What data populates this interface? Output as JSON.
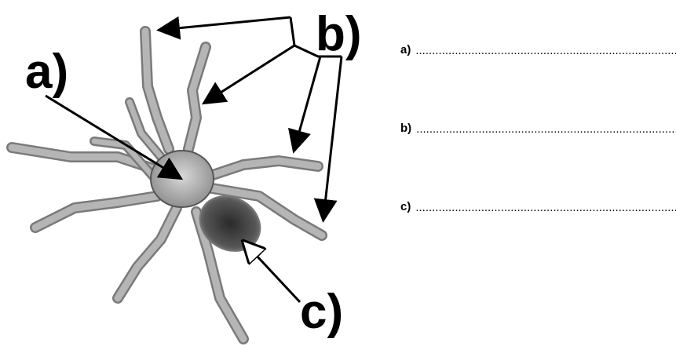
{
  "diagram": {
    "labels": {
      "a": "a)",
      "b": "b)",
      "c": "c)"
    }
  },
  "worksheet": {
    "answers": [
      {
        "letter": "a)",
        "blank": "..........................................................................................."
      },
      {
        "letter": "b)",
        "blank": "..........................................................................................."
      },
      {
        "letter": "c)",
        "blank": "..........................................................................................."
      }
    ]
  },
  "colors": {
    "ink": "#000000",
    "spider_body": "#9a9a9a",
    "spider_dark": "#3a3a3a",
    "background": "#ffffff"
  }
}
